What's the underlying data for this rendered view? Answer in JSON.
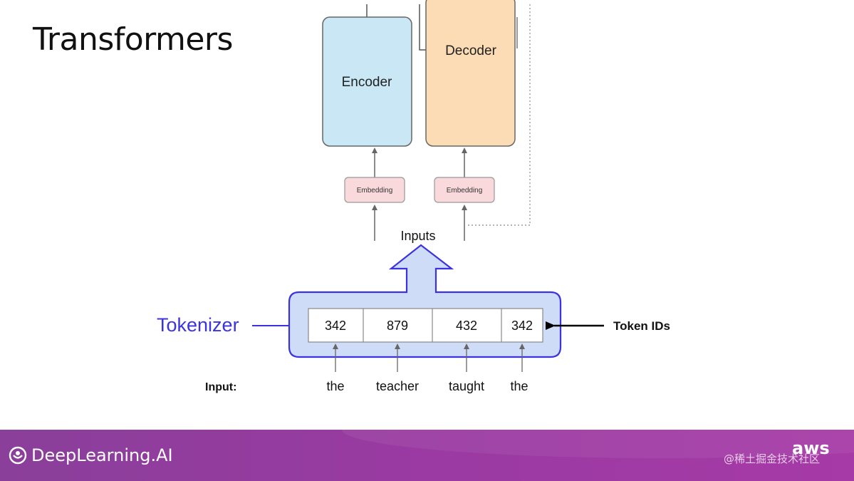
{
  "slide": {
    "title": "Transformers"
  },
  "diagram": {
    "encoder_label": "Encoder",
    "decoder_label": "Decoder",
    "embedding_left_label": "Embedding",
    "embedding_right_label": "Embedding",
    "inputs_label": "Inputs",
    "tokenizer_label": "Tokenizer",
    "token_ids_label": "Token IDs",
    "input_label": "Input:",
    "tokens": [
      {
        "id": "342",
        "word": "the"
      },
      {
        "id": "879",
        "word": "teacher"
      },
      {
        "id": "432",
        "word": "taught"
      },
      {
        "id": "342",
        "word": "the"
      }
    ],
    "colors": {
      "encoder_fill": "#c9e7f5",
      "decoder_fill": "#fbdcb4",
      "embedding_fill": "#f9d9dc",
      "tokenizer_fill": "#cfdcf7",
      "tokenizer_stroke": "#3b33e0",
      "tokenizer_text": "#3b33e0",
      "footer": "#9a3aa2"
    }
  },
  "footer": {
    "brand": "DeepLearning.AI",
    "partner": "aws",
    "watermark": "@稀土掘金技术社区"
  }
}
